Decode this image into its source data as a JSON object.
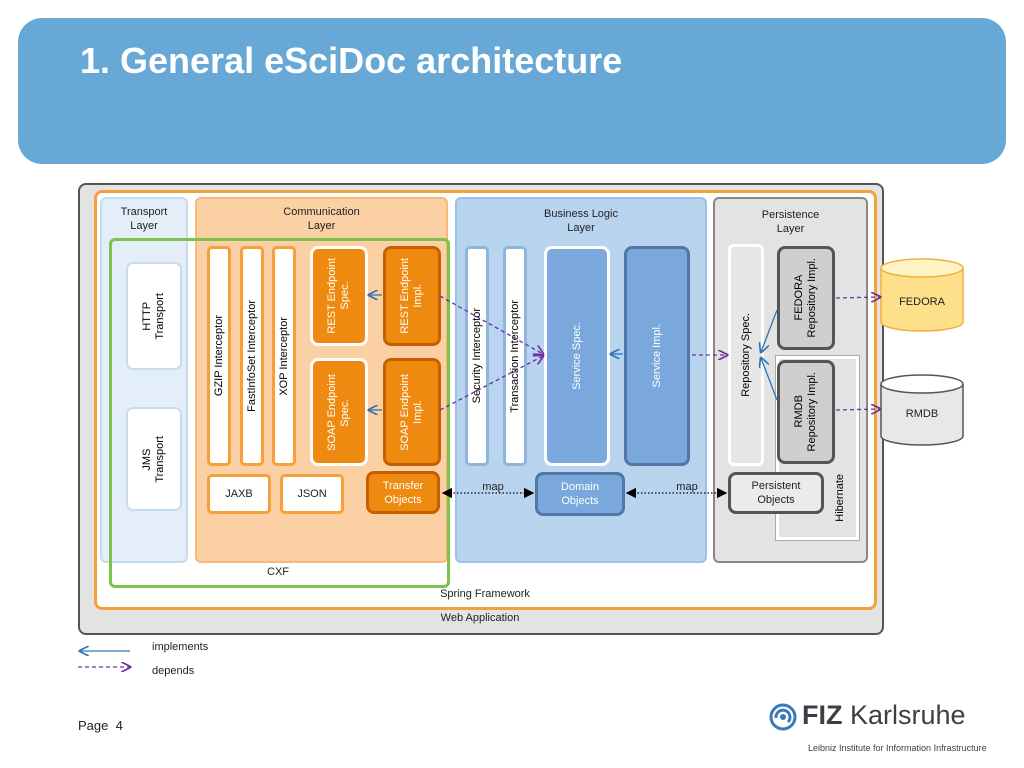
{
  "slide": {
    "title": "1. General eSciDoc architecture",
    "page_label": "Page",
    "page_number": "4"
  },
  "diagram": {
    "web_application": "Web Application",
    "spring_framework": "Spring Framework",
    "cxf": "CXF",
    "transport": {
      "title": "Transport\nLayer",
      "http": "HTTP\nTransport",
      "jms": "JMS\nTransport"
    },
    "communication": {
      "title": "Communication\nLayer",
      "gzip": "GZIP Interceptor",
      "fastinfoset": "FastInfoSet Interceptor",
      "xop": "XOP Interceptor",
      "rest_spec": "REST Endpoint\nSpec.",
      "rest_impl": "REST Endpoint\nImpl.",
      "soap_spec": "SOAP Endpoint\nSpec.",
      "soap_impl": "SOAP Endpoint\nImpl.",
      "jaxb": "JAXB",
      "json": "JSON",
      "transfer_objects": "Transfer\nObjects"
    },
    "business": {
      "title": "Business Logic\nLayer",
      "security": "Security Interceptor",
      "transaction": "Transaction Interceptor",
      "service_spec": "Service Spec.",
      "service_impl": "Service Impl.",
      "domain_objects": "Domain\nObjects"
    },
    "persistence": {
      "title": "Persistence\nLayer",
      "repository_spec": "Repository Spec.",
      "fedora_impl": "FEDORA\nRepository Impl.",
      "rmdb_impl": "RMDB\nRepository Impl.",
      "persistent_objects": "Persistent\nObjects",
      "hibernate": "Hibernate"
    },
    "map_left": "map",
    "map_right": "map",
    "db_fedora": "FEDORA",
    "db_rmdb": "RMDB"
  },
  "legend": {
    "implements": "implements",
    "depends": "depends"
  },
  "logo": {
    "name_bold": "FIZ",
    "name_rest": "Karlsruhe",
    "tagline": "Leibniz Institute for Information Infrastructure"
  },
  "colors": {
    "header": "#68a8d6",
    "implements_arrow": "#2e75b6",
    "depends_arrow": "#7030a0",
    "communication_orange": "#ef8a10",
    "business_blue": "#7aa8dc"
  }
}
